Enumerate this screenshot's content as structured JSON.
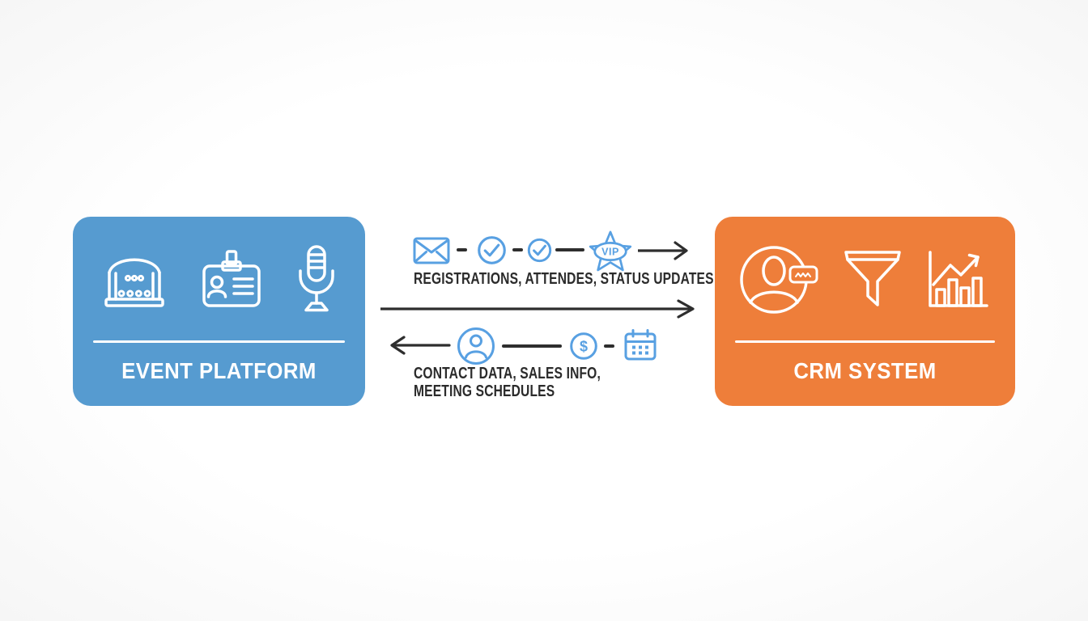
{
  "colors": {
    "event_platform_blue": "#569bd0",
    "crm_orange": "#ee7e3a",
    "flow_icon_blue": "#58a0e2",
    "arrow_ink": "#2e2e2e",
    "card_icon_stroke": "#ffffff",
    "caption_ink": "#2b2b2b",
    "background": "#fdfdfd"
  },
  "left_card": {
    "label": "EVENT PLATFORM",
    "icons": [
      "stage-icon",
      "id-badge-icon",
      "microphone-icon"
    ]
  },
  "right_card": {
    "label": "CRM SYSTEM",
    "icons": [
      "contact-tag-icon",
      "funnel-icon",
      "growth-chart-icon"
    ]
  },
  "flows": {
    "top": {
      "direction": "event-platform-to-crm",
      "caption": "REGISTRATIONS, ATTENDES, STATUS UPDATES",
      "icons": [
        "envelope-icon",
        "check-circle-icon",
        "check-circle-icon",
        "vip-star-icon"
      ],
      "vip_label": "VIP"
    },
    "middle": {
      "direction": "event-platform-to-crm"
    },
    "bottom": {
      "direction": "crm-to-event-platform",
      "caption_line1": "CONTACT DATA, SALES INFO,",
      "caption_line2": "MEETING SCHEDULES",
      "icons": [
        "person-circle-icon",
        "dollar-circle-icon",
        "calendar-icon"
      ],
      "dollar_symbol": "$"
    }
  }
}
